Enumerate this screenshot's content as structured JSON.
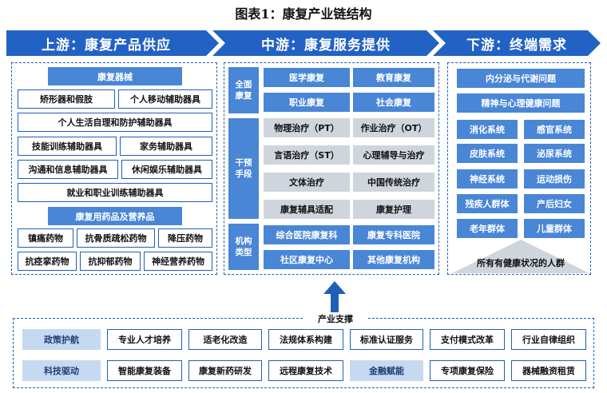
{
  "title": "图表1：康复产业链结构",
  "upstream": {
    "header": "上游：康复产品供应",
    "device_header": "康复器械",
    "devices": [
      "矫形器和假肢",
      "个人移动辅助器具",
      "个人生活自理和防护辅助器具",
      "技能训练辅助器具",
      "家务辅助器具",
      "沟通和信息辅助器具",
      "休闲娱乐辅助器具",
      "就业和职业训练辅助器具"
    ],
    "drug_header": "康复用药品及营养品",
    "drugs": [
      "镇痛药物",
      "抗骨质疏松药物",
      "降压药物",
      "抗痉挛药物",
      "抗抑郁药物",
      "神经营养药物"
    ]
  },
  "midstream": {
    "header": "中游：康复服务提供",
    "group1": {
      "label": "全面康复",
      "items": [
        "医学康复",
        "教育康复",
        "职业康复",
        "社会康复"
      ]
    },
    "group2": {
      "label": "干预手段",
      "items": [
        "物理治疗（PT）",
        "作业治疗（OT）",
        "言语治疗（ST）",
        "心理辅导与治疗",
        "文体治疗",
        "中国传统治疗",
        "康复辅具适配",
        "康复护理"
      ]
    },
    "group3": {
      "label": "机构类型",
      "items": [
        "综合医院康复科",
        "康复专科医院",
        "社区康复中心",
        "其他康复机构"
      ]
    }
  },
  "downstream": {
    "header": "下游：终端需求",
    "wide_items": [
      "内分泌与代谢问题",
      "精神与心理健康问题"
    ],
    "grid_items": [
      "消化系统",
      "感官系统",
      "皮肤系统",
      "泌尿系统",
      "神经系统",
      "运动损伤",
      "残疾人群体",
      "产后妇女",
      "老年群体",
      "儿童群体"
    ],
    "footer": "所有有健康状况的人群"
  },
  "support": {
    "label": "产业支撑",
    "row1_label": "政策护航",
    "row1": [
      "专业人才培养",
      "适老化改造",
      "法规体系构建",
      "标准认证服务",
      "支付模式改革",
      "行业自律组织"
    ],
    "row2_label": "科技驱动",
    "row2": [
      "智能康复装备",
      "康复新药研发",
      "远程康复技术",
      "金融赋能",
      "专项康复保险",
      "器械融资租赁"
    ]
  },
  "colors": {
    "primary": "#1f5fb8",
    "chevron": "#2262c4",
    "light": "#c5d9f1",
    "gray": "#cfd5dd"
  }
}
